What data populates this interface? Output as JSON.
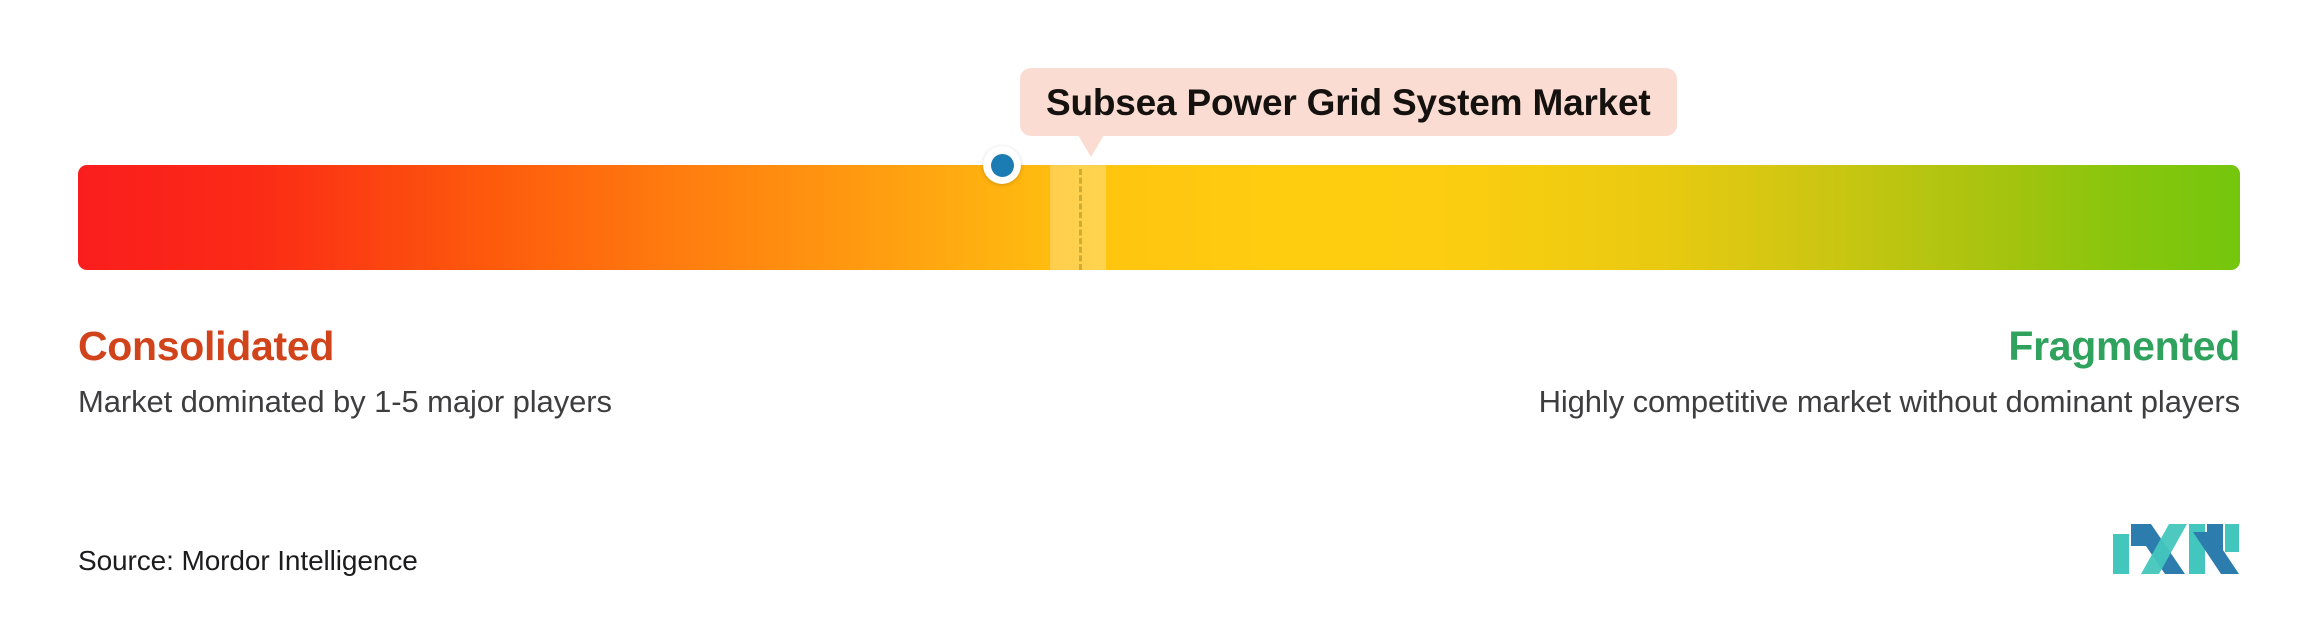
{
  "chart_data": {
    "type": "bar",
    "title": "Subsea Power Grid System Market",
    "subtype": "market-concentration-gauge",
    "x": [
      "Consolidated",
      "Fragmented"
    ],
    "axis_range": [
      0,
      100
    ],
    "marker_value": 43,
    "marker_label": "Subsea Power Grid System Market",
    "gradient_stops": [
      "#fa1d1d",
      "#fd5a0c",
      "#ffa110",
      "#ffcd10",
      "#cfc612",
      "#74c60d"
    ],
    "xlabel": "",
    "ylabel": "",
    "legend": [
      {
        "label": "Consolidated",
        "description": "Market dominated by 1-5 major players",
        "color": "#d1431a"
      },
      {
        "label": "Fragmented",
        "description": "Highly competitive market without dominant players",
        "color": "#2fa35e"
      }
    ],
    "annotations": [
      "Source: Mordor Intelligence"
    ],
    "grid": false
  },
  "callout": {
    "label": "Subsea Power Grid System Market",
    "background_color": "#fadcd2",
    "text_color": "#14110f"
  },
  "marker": {
    "dot_color": "#1a7cb3",
    "ring_color": "#ffffff"
  },
  "scale": {
    "start_color": "#fa1d1d",
    "end_color": "#74c60d"
  },
  "endpoints": {
    "left": {
      "title": "Consolidated",
      "description": "Market dominated by 1-5 major players",
      "color": "#d1431a"
    },
    "right": {
      "title": "Fragmented",
      "description": "Highly competitive market without dominant players",
      "color": "#2fa35e"
    }
  },
  "footer": {
    "source": "Source: Mordor Intelligence",
    "logo_alt": "Mordor Intelligence",
    "logo_colors": {
      "teal": "#43c6bd",
      "blue": "#2d7cae"
    }
  }
}
